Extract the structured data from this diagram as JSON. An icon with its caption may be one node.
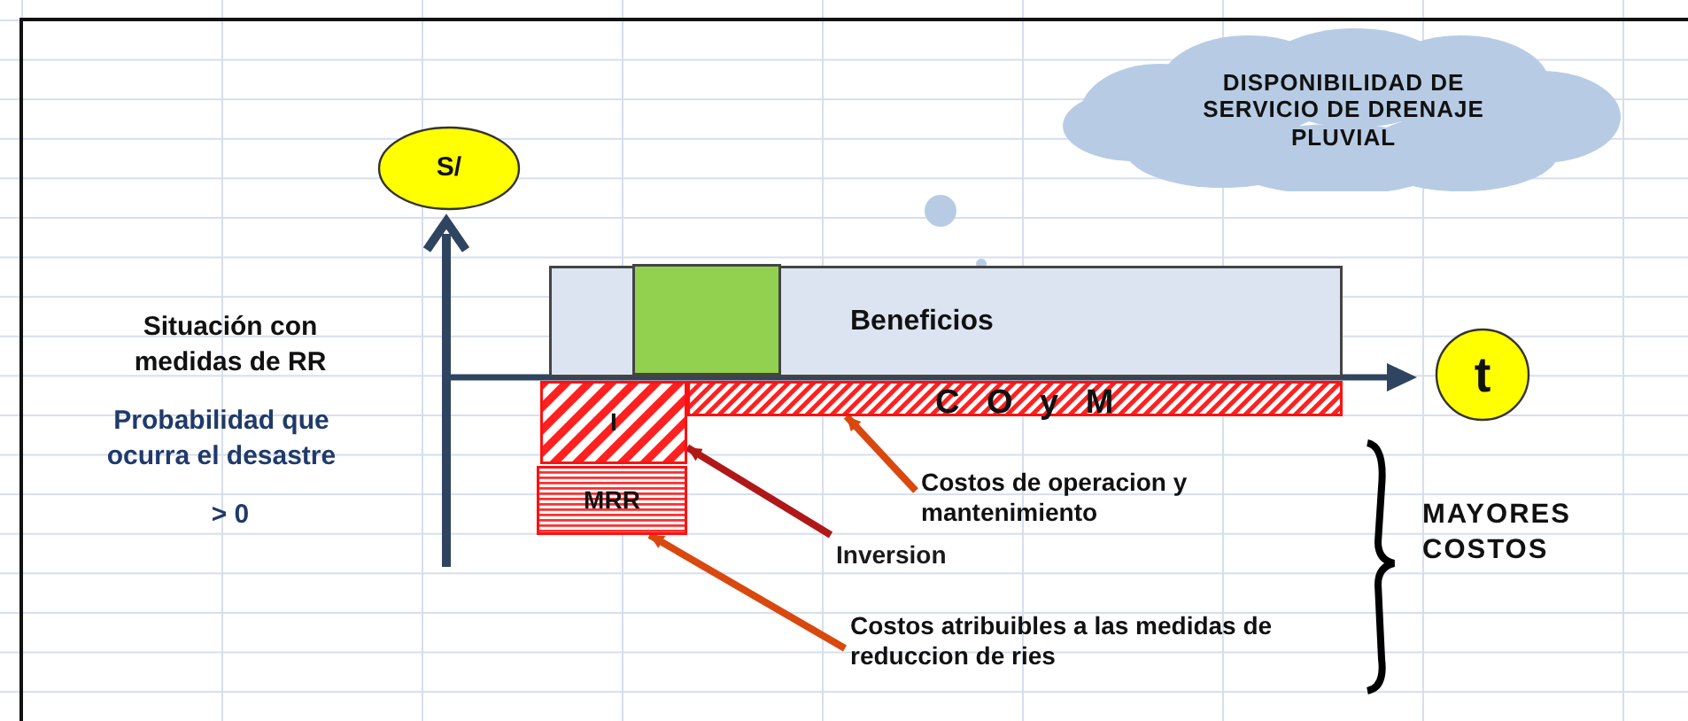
{
  "diagram": {
    "nodes": [
      {
        "text": [
          "S/"
        ]
      },
      {
        "text": [
          "t"
        ]
      },
      {
        "text": [
          "DISPONIBILIDAD DE SERVICIO DE DRENAJE PLUVIAL"
        ]
      },
      {
        "text": [
          "Beneficios"
        ]
      },
      {
        "text": [],
        "shape": "box",
        "in": 3
      },
      {
        "text": [
          "I"
        ]
      },
      {
        "text": [
          "C O y M"
        ]
      },
      {
        "text": [
          "MRR"
        ]
      },
      {
        "text": [
          "Costos de operacion y mantenimiento"
        ]
      },
      {
        "text": [
          "Inversion"
        ]
      },
      {
        "text": [
          "Costos atribuibles a las medidas de reduccion de ries"
        ]
      }
    ],
    "edges": [
      {
        "from": 8,
        "to": 6,
        "arrow": "to"
      },
      {
        "from": 9,
        "to": 5,
        "arrow": "to",
        "color": "#b01818"
      },
      {
        "from": 10,
        "to": 7,
        "arrow": "to"
      }
    ],
    "labels": [
      "Situación con medidas de RR",
      "Probabilidad que ocurra el desastre",
      "> 0",
      "MAYORES COSTOS"
    ]
  }
}
